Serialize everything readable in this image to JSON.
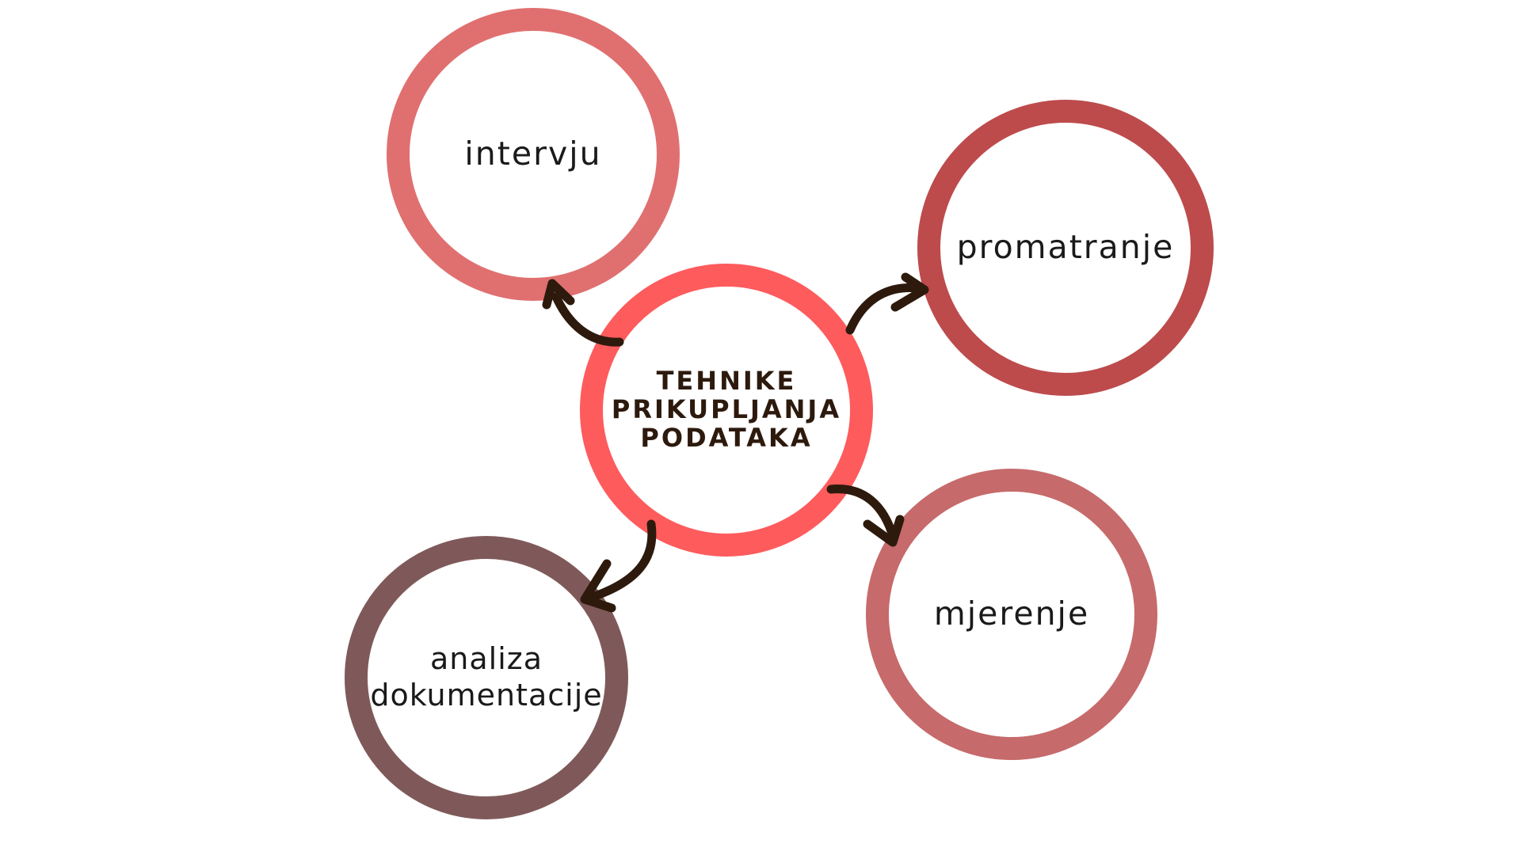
{
  "diagram": {
    "center": {
      "lines": [
        "TEHNIKE",
        "PRIKUPLJANJA",
        "PODATAKA"
      ],
      "color": "#fe5b5d",
      "text_color": "#2d1a0d"
    },
    "nodes": [
      {
        "id": "interview",
        "label": "intervju",
        "color": "#e07070"
      },
      {
        "id": "observation",
        "label": "promatranje",
        "color": "#bd4b4c"
      },
      {
        "id": "measurement",
        "label": "mjerenje",
        "color": "#c66a6b"
      },
      {
        "id": "documentation",
        "lines": [
          "analiza",
          "dokumentacije"
        ],
        "color": "#7f5959"
      }
    ],
    "arrow_color": "#2d1a0d",
    "background": "#ffffff"
  }
}
